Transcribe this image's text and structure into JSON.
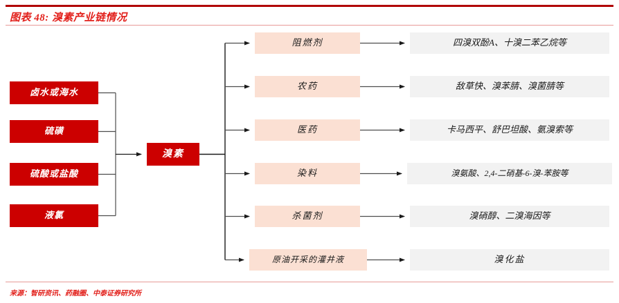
{
  "header": {
    "figure_label": "图表 48:",
    "title": "溴素产业链情况",
    "full_title": "图表 48: 溴素产业链情况",
    "accent_color": "#E2211C",
    "rule_color": "#B00000"
  },
  "footer": {
    "source": "来源：智研资讯、药融圈、中泰证券研究所"
  },
  "diagram": {
    "inputs": [
      {
        "label": "卤水或海水"
      },
      {
        "label": "硫磺"
      },
      {
        "label": "硫酸或盐酸"
      },
      {
        "label": "液氯"
      }
    ],
    "hub": {
      "label": "溴素"
    },
    "applications": [
      {
        "label": "阻燃剂",
        "products": "四溴双酚A、十溴二苯乙烷等"
      },
      {
        "label": "农药",
        "products": "敌草快、溴苯腈、溴菌腈等"
      },
      {
        "label": "医药",
        "products": "卡马西平、舒巴坦酸、氨溴索等"
      },
      {
        "label": "染料",
        "products": "溴氨酸、2,4-二硝基-6-溴-苯胺等"
      },
      {
        "label": "杀菌剂",
        "products": "溴硝醇、二溴海因等"
      },
      {
        "label": "原油开采的灌井液",
        "products": "溴化盐"
      }
    ],
    "colors": {
      "input_box": "#CC0000",
      "hub_box": "#CC0000",
      "application_box": "#FBE0D3",
      "product_box": "#F2F2F2",
      "connector": "#4d4d4d"
    }
  }
}
